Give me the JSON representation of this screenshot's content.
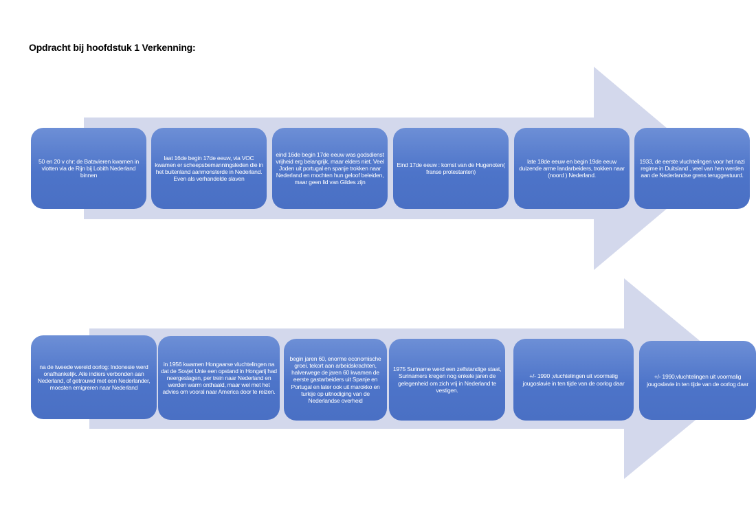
{
  "title": "Opdracht bij hoofdstuk 1 Verkenning:",
  "colors": {
    "arrow": "#d3d8ec",
    "box_top": "#6d8fd6",
    "box_bottom": "#4a70c4",
    "box_text": "#ffffff"
  },
  "timeline_1": [
    "50 en 20 v chr: de Batavieren kwamen in vlotten via de Rijn bij Lobith Nederland binnen",
    "laat 16de begin 17de eeuw, via VOC kwamen er scheepsbemanningsleden die in het buitenland aanmonsterde in Nederland. Even als verhandelde slaven",
    "eind 16de begin 17de eeuw was godsdienst vrijheid erg belangrijk, maar elders niet. Veel Joden uit portugal en spanje trokken naar Nederland en mochten hun geloof beleiden, maar geen lid van Gildes zijn",
    "Eind 17de eeuw : komst van de Hugenoten( franse protestanten)",
    "late 18de eeuw en begin 19de eeuw duizende arme landarbeiders, trokken naar (noord ) Nederland.",
    "1933, de eerste vluchtelingen voor het nazi regime in Duitsland , veel van hen werden aan de Nederlandse grens teruggestuurd."
  ],
  "timeline_2": [
    "na de tweede wereld oorlog: Indonesie werd onafhankelijk. Alle indiers verbonden aan Nederland, of getrouwd met een Nederlander, moesten emigreren naar Nederland",
    "in 1956 kwamen Hongaarse vluchtelingen na dat de Sovjet Unie een opstand in Hongarij had neergeslagen, per trein naar Nederland en werden warm onthaald, maar wel met het advies om vooral naar America door te reizen.",
    "begin jaren 60, enorme economische groei. tekort aan arbeidskrachten, halverwege de jaren 60 kwamen de eerste gastarbeiders uit Spanje en Portugal en later ook uit marokko en turkije op uitnodiging van de Nederlandse overheid",
    "1975 Suriname werd een zelfstandige staat, Surinamers kregen nog enkele jaren de gelegenheid om zich vrij in Nederland te vestigen.",
    "+/- 1990 ,vluchtelingen uit voormalig jougoslavie in ten tijde van de oorlog daar",
    "+/- 1990,vluchtelingen uit voormalig jougoslavie in ten tijde van de oorlog daar"
  ]
}
